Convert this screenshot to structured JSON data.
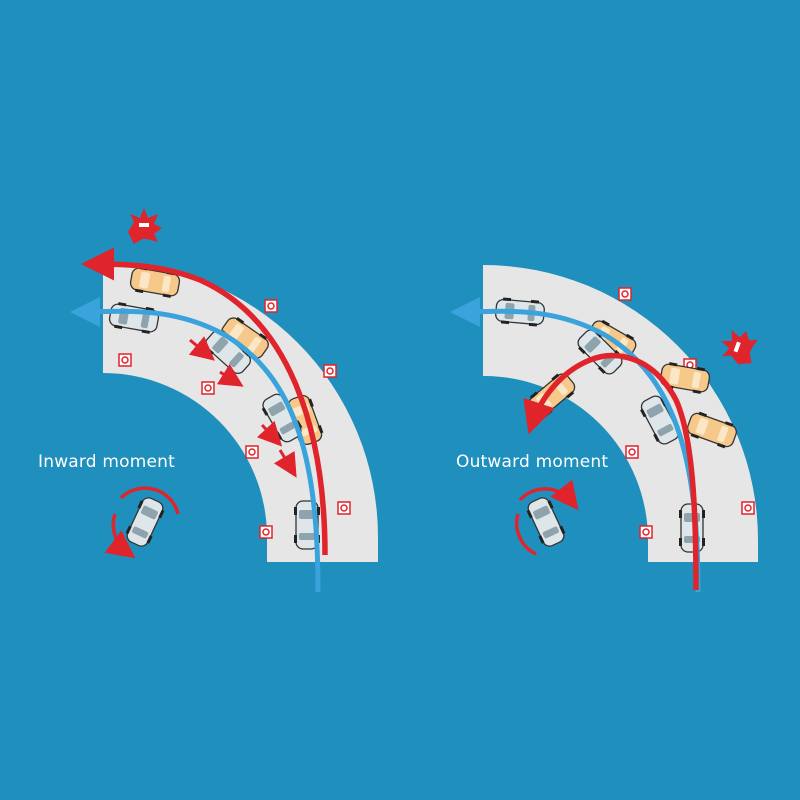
{
  "colors": {
    "background": "#1f8fbd",
    "road": "#e6e6e6",
    "oversteer_arrow": "#e0242b",
    "ideal_arrow": "#3aa3dc",
    "car_body": "#dfe6ea",
    "ghost_car_body": "#f6c98b",
    "cone": "#e0242b"
  },
  "panels": [
    {
      "id": "inward",
      "caption": "Inward moment",
      "icon": "rotation-ccw-icon"
    },
    {
      "id": "outward",
      "caption": "Outward moment",
      "icon": "rotation-cw-icon"
    }
  ]
}
